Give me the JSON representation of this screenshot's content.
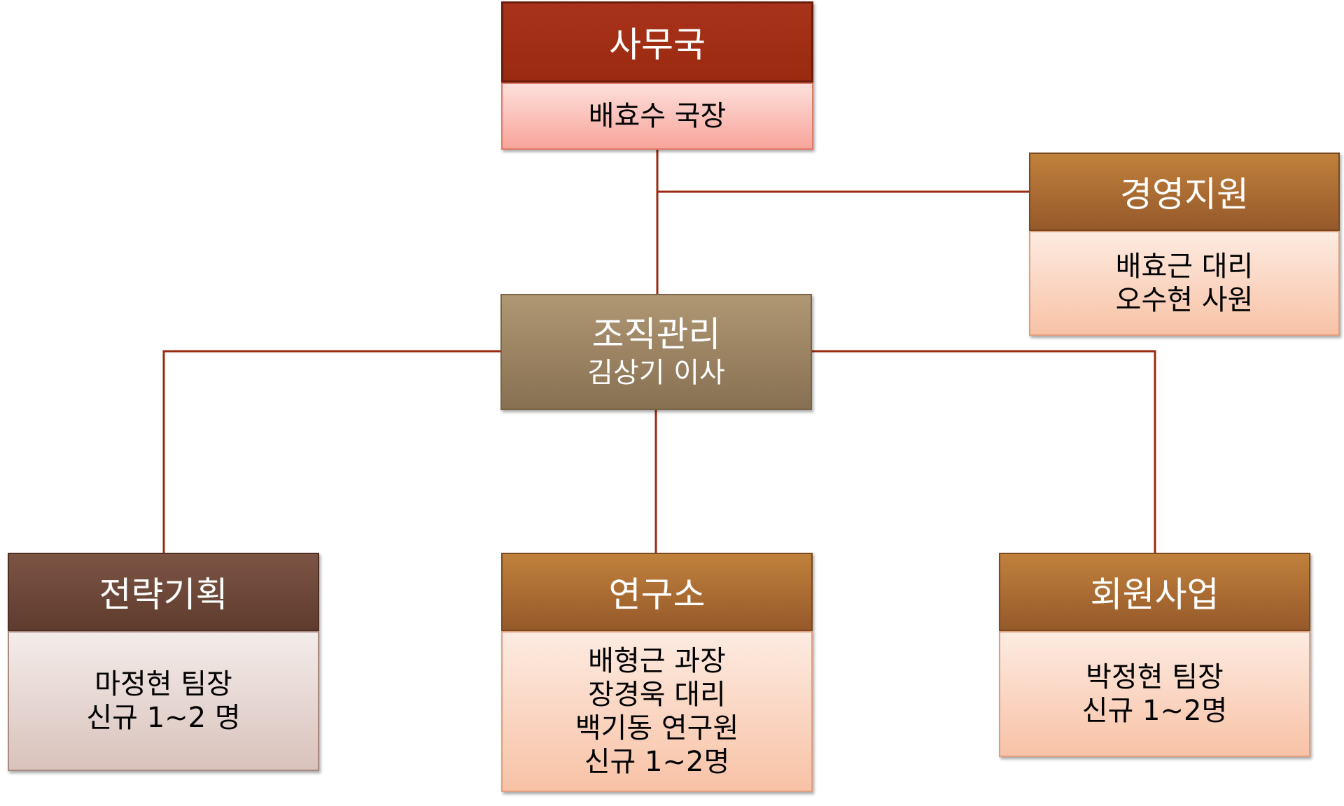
{
  "colors": {
    "connector": "#9a2a10",
    "office_header": "#a8331a",
    "org_header": "#a08a68",
    "strategy_header": "#6e4838",
    "unit_header": "#b0733a"
  },
  "nodes": {
    "office": {
      "title": "사무국",
      "members": [
        "배효수 국장"
      ]
    },
    "management": {
      "title": "경영지원",
      "members": [
        "배효근 대리",
        "오수현 사원"
      ]
    },
    "organization": {
      "title": "조직관리",
      "subtitle": "김상기 이사"
    },
    "strategy": {
      "title": "전략기획",
      "members": [
        "마정현 팀장",
        "신규 1~2 명"
      ]
    },
    "lab": {
      "title": "연구소",
      "members": [
        "배형근 과장",
        "장경욱 대리",
        "백기동 연구원",
        "신규 1~2명"
      ]
    },
    "member_business": {
      "title": "회원사업",
      "members": [
        "박정현 팀장",
        "신규 1~2명"
      ]
    }
  }
}
